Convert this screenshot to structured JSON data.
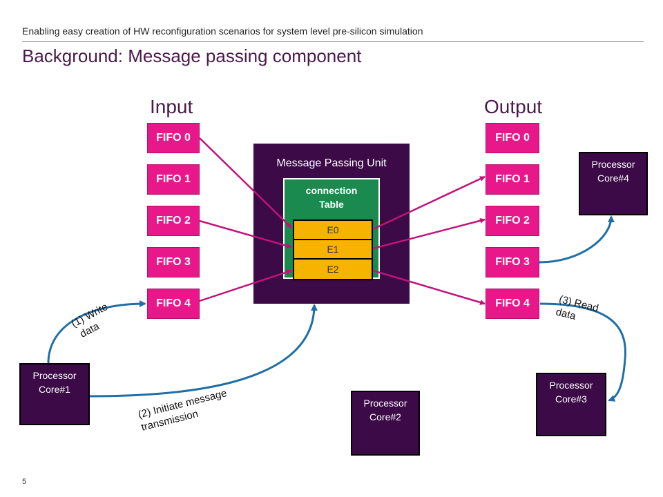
{
  "header": {
    "subtitle": "Enabling easy creation of HW reconfiguration scenarios for system level pre-silicon simulation",
    "title": "Background: Message passing component"
  },
  "input": {
    "heading": "Input",
    "fifos": [
      "FIFO 0",
      "FIFO 1",
      "FIFO 2",
      "FIFO 3",
      "FIFO 4"
    ]
  },
  "output": {
    "heading": "Output",
    "fifos": [
      "FIFO 0",
      "FIFO 1",
      "FIFO 2",
      "FIFO 3",
      "FIFO 4"
    ]
  },
  "mpu": {
    "label": "Message Passing Unit",
    "table_label_line1": "connection",
    "table_label_line2": "Table",
    "entries": [
      "E0",
      "E1",
      "E2"
    ]
  },
  "processors": {
    "core1": [
      "Processor",
      "Core#1"
    ],
    "core2": [
      "Processor",
      "Core#2"
    ],
    "core3": [
      "Processor",
      "Core#3"
    ],
    "core4": [
      "Processor",
      "Core#4"
    ]
  },
  "annotations": {
    "write": [
      "(1) Write",
      "data"
    ],
    "initiate": [
      "(2) Initiate message",
      "transmission"
    ],
    "read": [
      "(3) Read",
      "data"
    ]
  },
  "colors": {
    "fifo": "#e8178a",
    "mpu": "#3b0a47",
    "connection_table": "#1a8a4f",
    "entry": "#f8b300",
    "magenta_arrow": "#c0137a",
    "blue_arrow": "#1f6fa6"
  },
  "footer": {
    "page_number": "5"
  }
}
